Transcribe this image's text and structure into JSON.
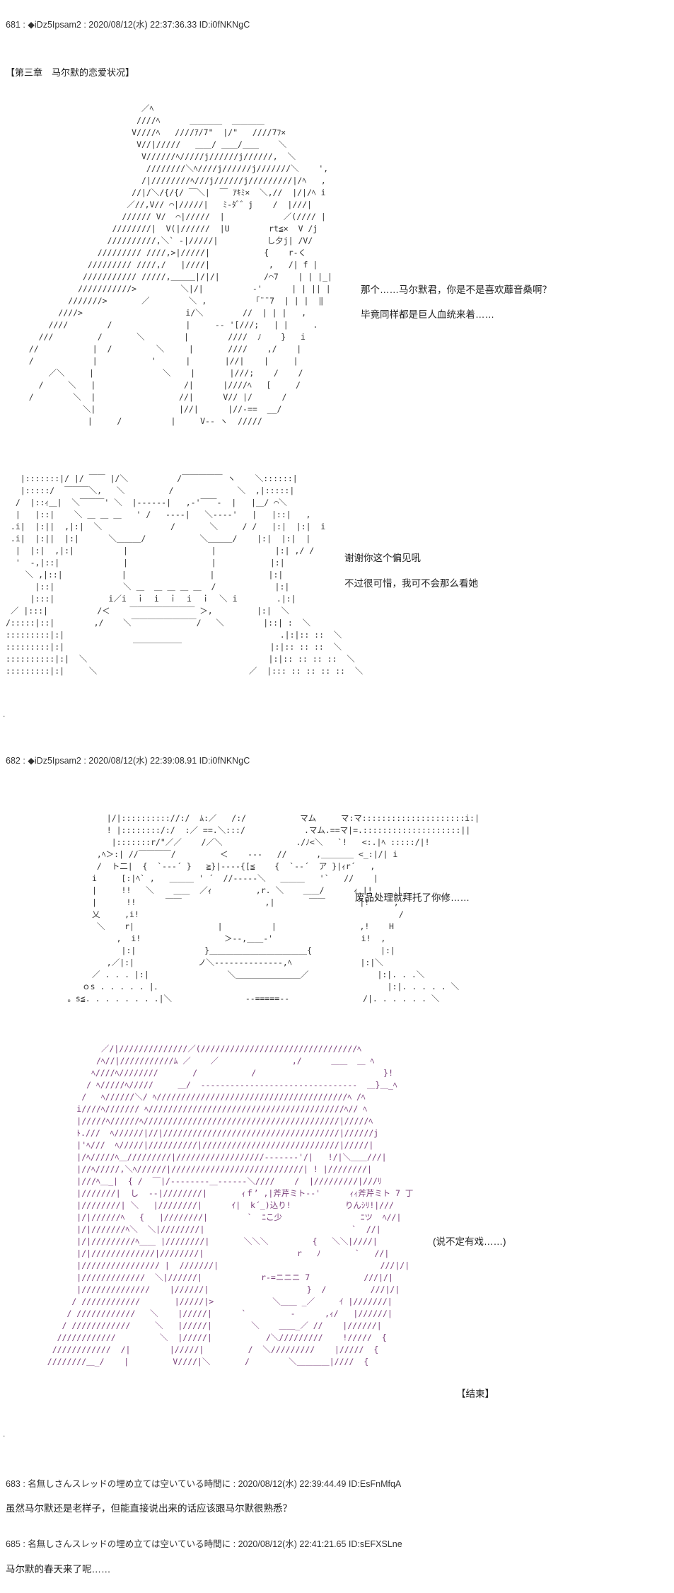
{
  "post681": {
    "header": "681 : ◆iDz5Ipsam2 : 2020/08/12(水) 22:37:36.33 ID:i0fNKNgC",
    "chapter": "【第三章　马尔默的恋爱状况】",
    "lines": [
      "那个……马尔默君，你是不是喜欢蘼音桑啊？",
      "毕竟同样都是巨人血统来着……",
      "谢谢你这个偏见吼",
      "不过很可惜，我可不会那么看她"
    ]
  },
  "post682": {
    "header": "682 : ◆iDz5Ipsam2 : 2020/08/12(水) 22:39:08.91 ID:i0fNKNgC",
    "lines": [
      "废品处理就拜托了你修……",
      "(说不定有戏……)",
      "【结束】"
    ]
  },
  "post683": {
    "header": "683 : 名無しさんスレッドの埋め立ては空いている時間に : 2020/08/12(水) 22:39:44.49 ID:EsFnMfqA",
    "body": "虽然马尔默还是老样子，但能直接说出来的话应该跟马尔默很熟悉？"
  },
  "post685": {
    "header": "685 : 名無しさんスレッドの埋め立ては空いている時間に : 2020/08/12(水) 22:41:21.65 ID:sEFXSLne",
    "body": "马尔默的春天来了呢……"
  }
}
